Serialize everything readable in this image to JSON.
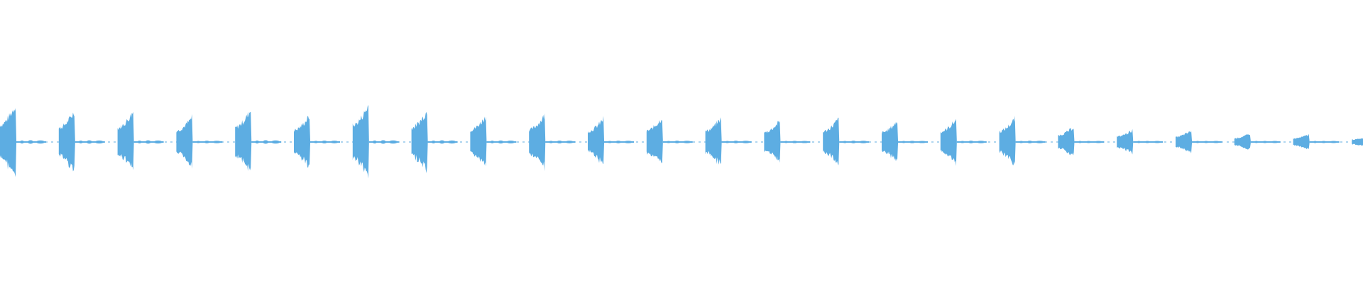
{
  "waveform": {
    "color": "#5dade2",
    "background": "#ffffff",
    "beats": [
      {
        "peak": 1.0,
        "tail": 0.3
      },
      {
        "peak": 0.82,
        "tail": 0.28
      },
      {
        "peak": 0.82,
        "tail": 0.28
      },
      {
        "peak": 0.66,
        "tail": 0.22
      },
      {
        "peak": 0.86,
        "tail": 0.3
      },
      {
        "peak": 0.7,
        "tail": 0.24
      },
      {
        "peak": 0.98,
        "tail": 0.3
      },
      {
        "peak": 0.84,
        "tail": 0.28
      },
      {
        "peak": 0.7,
        "tail": 0.26
      },
      {
        "peak": 0.72,
        "tail": 0.24
      },
      {
        "peak": 0.62,
        "tail": 0.22
      },
      {
        "peak": 0.66,
        "tail": 0.22
      },
      {
        "peak": 0.64,
        "tail": 0.22
      },
      {
        "peak": 0.56,
        "tail": 0.2
      },
      {
        "peak": 0.62,
        "tail": 0.22
      },
      {
        "peak": 0.56,
        "tail": 0.2
      },
      {
        "peak": 0.6,
        "tail": 0.22
      },
      {
        "peak": 0.62,
        "tail": 0.22
      },
      {
        "peak": 0.4,
        "tail": 0.16
      },
      {
        "peak": 0.32,
        "tail": 0.12
      },
      {
        "peak": 0.3,
        "tail": 0.1
      },
      {
        "peak": 0.22,
        "tail": 0.08
      },
      {
        "peak": 0.2,
        "tail": 0.08
      },
      {
        "peak": 0.14,
        "tail": 0.06
      }
    ]
  }
}
